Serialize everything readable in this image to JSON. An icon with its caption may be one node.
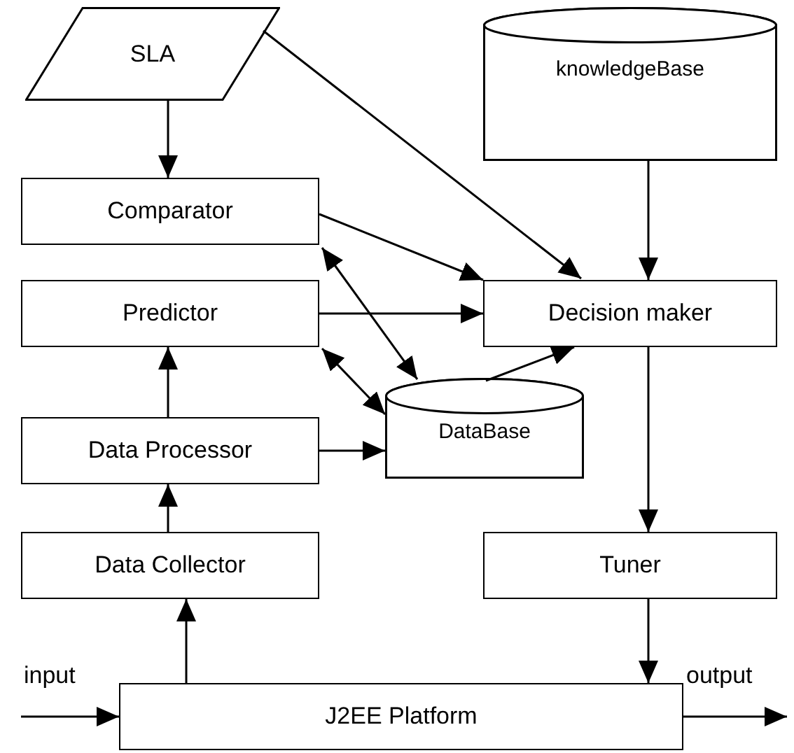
{
  "diagram": {
    "nodes": [
      {
        "text": [
          "SLA"
        ]
      },
      {
        "text": [
          "knowledgeBase"
        ]
      },
      {
        "text": [
          "Comparator"
        ]
      },
      {
        "text": [
          "Decision maker"
        ]
      },
      {
        "text": [
          "Predictor"
        ]
      },
      {
        "text": [
          "DataBase"
        ]
      },
      {
        "text": [
          "Data Processor"
        ]
      },
      {
        "text": [
          "Data Collector"
        ]
      },
      {
        "text": [
          "Tuner"
        ]
      },
      {
        "text": [
          "J2EE Platform"
        ]
      }
    ],
    "edges": [
      {
        "from": 0,
        "to": 2,
        "arrow": "to"
      },
      {
        "from": 0,
        "to": 3,
        "arrow": "to"
      },
      {
        "from": 1,
        "to": 3,
        "arrow": "to"
      },
      {
        "from": 2,
        "to": 3,
        "arrow": "to"
      },
      {
        "from": 2,
        "to": 5,
        "arrow": "both"
      },
      {
        "from": 4,
        "to": 3,
        "arrow": "to"
      },
      {
        "from": 4,
        "to": 5,
        "arrow": "both"
      },
      {
        "from": 5,
        "to": 3,
        "arrow": "to"
      },
      {
        "from": 6,
        "to": 5,
        "arrow": "to"
      },
      {
        "from": 6,
        "to": 4,
        "arrow": "to"
      },
      {
        "from": 7,
        "to": 6,
        "arrow": "to"
      },
      {
        "from": 9,
        "to": 7,
        "arrow": "to"
      },
      {
        "from": 3,
        "to": 8,
        "arrow": "to"
      },
      {
        "from": 8,
        "to": 9,
        "arrow": "to"
      },
      {
        "from": null,
        "to": 9,
        "arrow": "to"
      },
      {
        "from": 9,
        "to": null,
        "arrow": "to"
      }
    ],
    "labels": [
      "input",
      "output"
    ]
  }
}
